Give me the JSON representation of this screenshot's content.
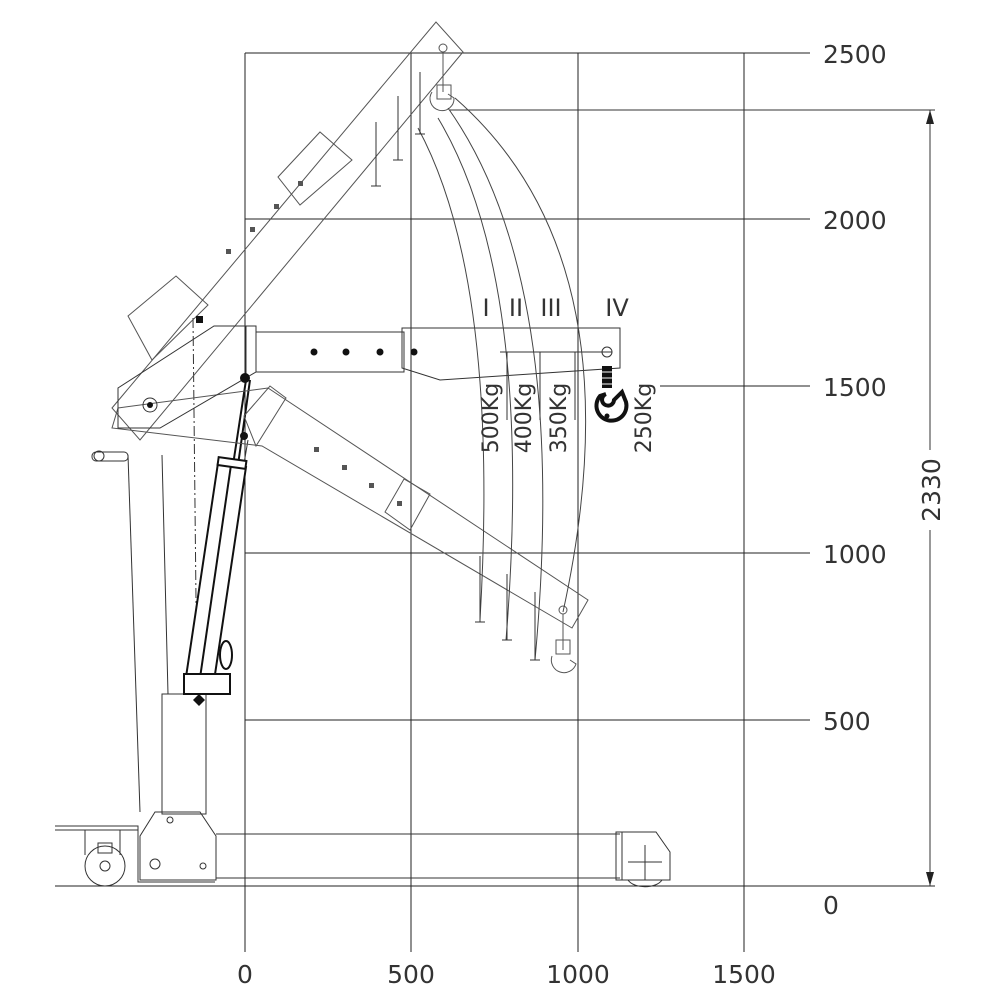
{
  "grid": {
    "x_ticks": [
      "0",
      "500",
      "1000",
      "1500"
    ],
    "y_ticks": [
      "0",
      "500",
      "1000",
      "1500",
      "2000",
      "2500"
    ]
  },
  "dimension": {
    "height_label": "2330"
  },
  "positions": [
    "I",
    "II",
    "III",
    "IV"
  ],
  "loads": [
    "500Kg",
    "400Kg",
    "350Kg",
    "250Kg"
  ],
  "colors": {
    "line": "#222222",
    "text": "#333333",
    "hook": "#111111"
  }
}
